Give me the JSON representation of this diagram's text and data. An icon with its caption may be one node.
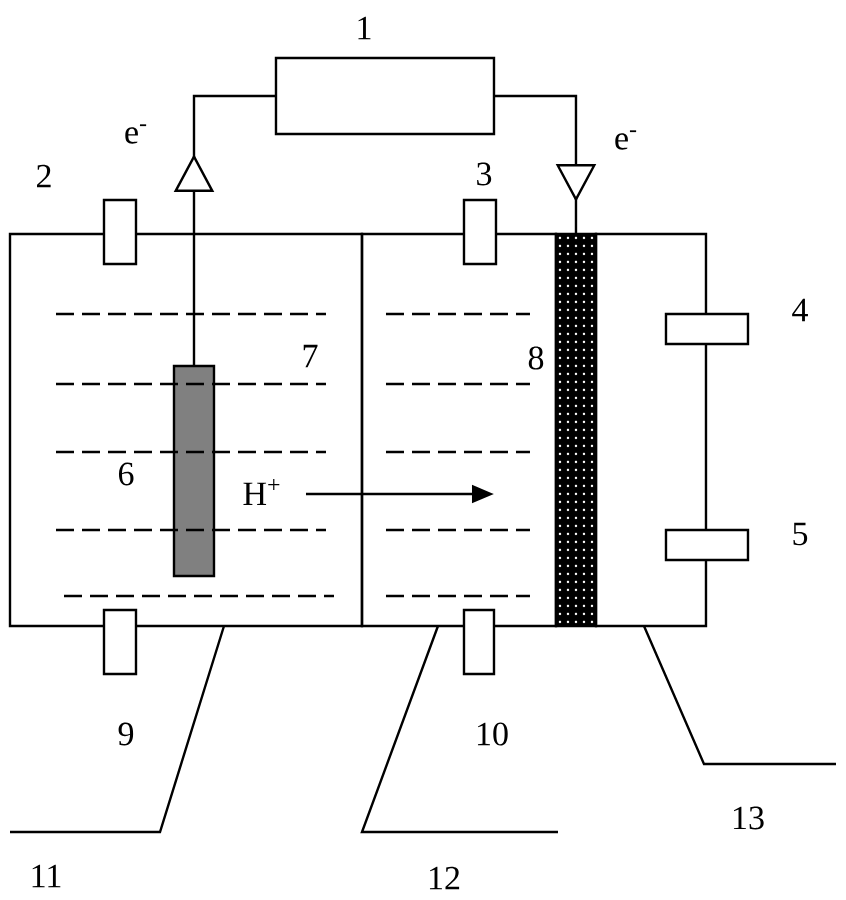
{
  "diagram": {
    "nodes": [
      {
        "text": [],
        "shape": "box",
        "beside": [
          "1"
        ]
      },
      {
        "text": [],
        "shape": "box"
      },
      {
        "text": [],
        "shape": "bar",
        "in": 1,
        "beside": [
          "6"
        ]
      },
      {
        "text": [],
        "shape": "box"
      },
      {
        "text": [],
        "shape": "bar",
        "beside": [
          "8"
        ]
      },
      {
        "text": [],
        "shape": "box"
      },
      {
        "text": [
          "11"
        ]
      },
      {
        "text": [
          "12"
        ]
      },
      {
        "text": [
          "13"
        ]
      }
    ],
    "edges": [
      {
        "from": 2,
        "to": 0,
        "arrow": "to",
        "label": "e$^{-}$"
      },
      {
        "from": 0,
        "to": 4,
        "arrow": "to",
        "label": "e$^{-}$"
      },
      {
        "from": 6,
        "to": 1,
        "arrow": "none"
      },
      {
        "from": 7,
        "to": 3,
        "arrow": "none"
      },
      {
        "from": 8,
        "to": 5,
        "arrow": "none"
      }
    ],
    "labels": [
      "2",
      "3",
      "4",
      "7",
      "H$^{+}$",
      "5",
      "9",
      "10"
    ]
  }
}
